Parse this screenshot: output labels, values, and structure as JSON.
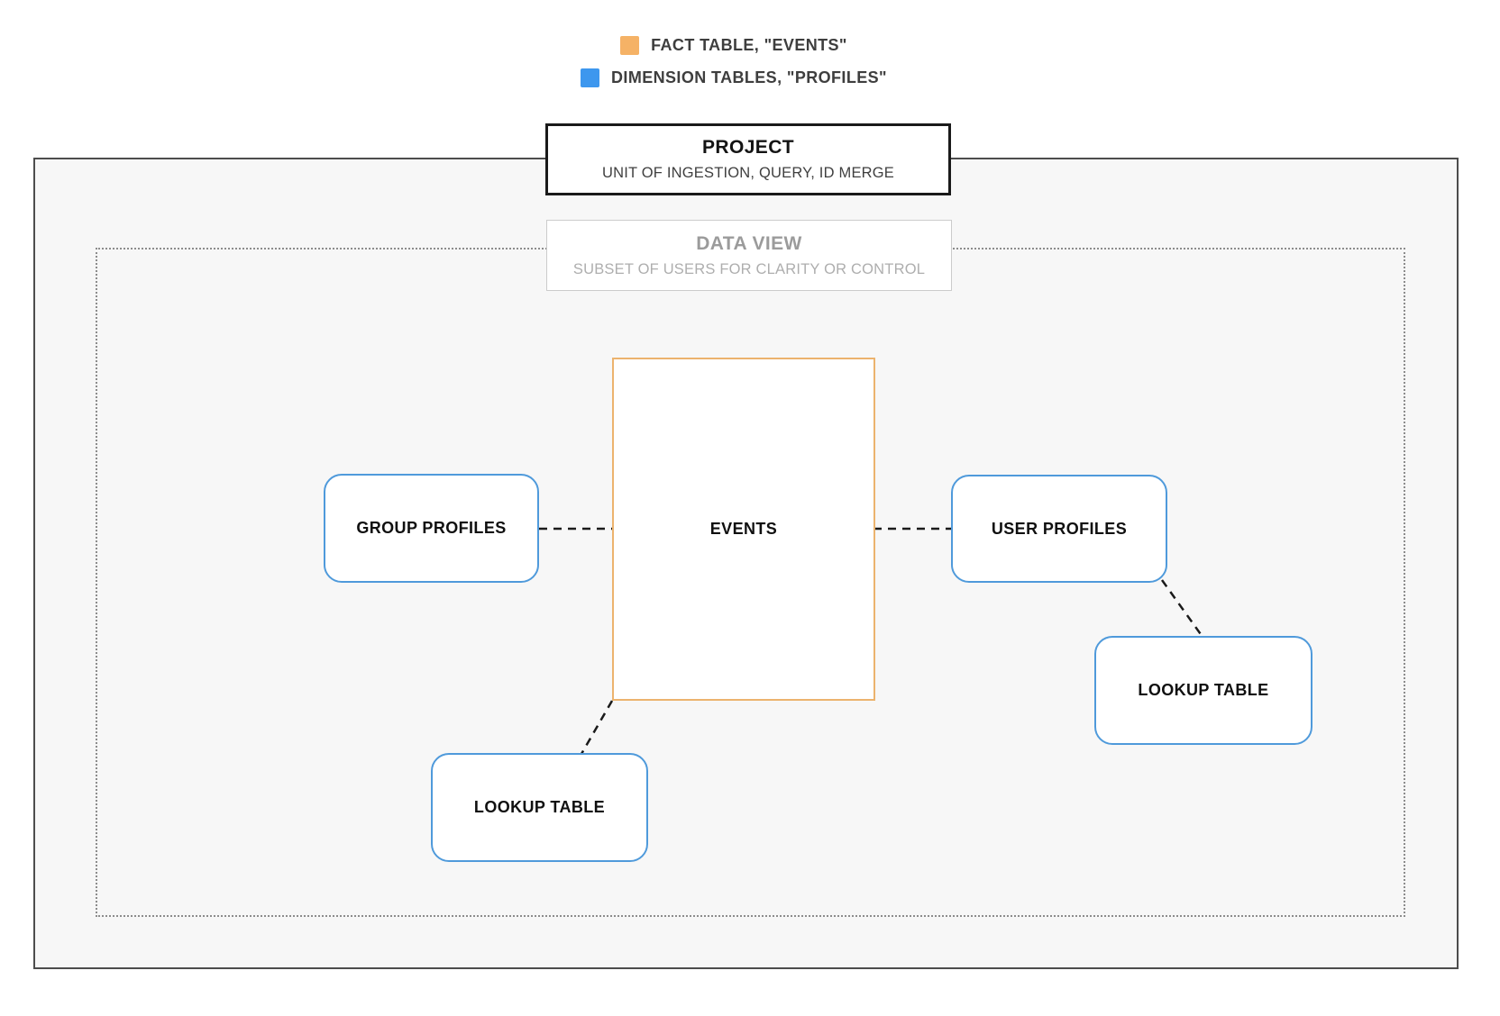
{
  "legend": {
    "items": [
      {
        "name": "fact-table",
        "label": "FACT TABLE, \"EVENTS\"",
        "swatch_color": "#F5B266"
      },
      {
        "name": "dimension-tables",
        "label": "DIMENSION TABLES, \"PROFILES\"",
        "swatch_color": "#3D97EE"
      }
    ]
  },
  "project_box": {
    "title": "PROJECT",
    "subtitle": "UNIT OF INGESTION, QUERY, ID MERGE"
  },
  "data_view_box": {
    "title": "DATA VIEW",
    "subtitle": "SUBSET OF USERS FOR CLARITY OR CONTROL"
  },
  "nodes": {
    "events": {
      "label": "EVENTS",
      "border_color": "#ECB36E"
    },
    "group_profiles": {
      "label": "GROUP PROFILES",
      "border_color": "#4F9ADB"
    },
    "user_profiles": {
      "label": "USER PROFILES",
      "border_color": "#4F9ADB"
    },
    "lookup_table_left": {
      "label": "LOOKUP TABLE",
      "border_color": "#4F9ADB"
    },
    "lookup_table_right": {
      "label": "LOOKUP TABLE",
      "border_color": "#4F9ADB"
    }
  }
}
